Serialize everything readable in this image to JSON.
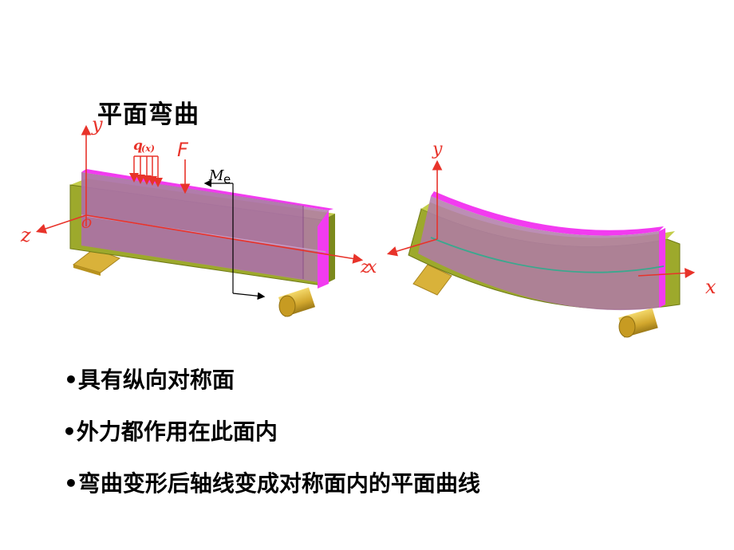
{
  "title": "平面弯曲",
  "left_beam": {
    "axis_y": "y",
    "axis_z": "z",
    "axis_x": "x",
    "origin": "O",
    "load_q": "q",
    "load_q_sub": "(x)",
    "force": "F",
    "moment": "M",
    "moment_sub": "e"
  },
  "right_beam": {
    "axis_y": "y",
    "axis_x": "x"
  },
  "bullets": [
    "•具有纵向对称面",
    "•外力都作用在此面内",
    "•弯曲变形后轴线变成对称面内的平面曲线"
  ],
  "colors": {
    "beam_body": "#9da92c",
    "symmetry_plane": "#b07aa8",
    "plane_edge": "#f23bf0",
    "support": "#d9b23a",
    "axis_red": "#e8332a",
    "neutral_axis": "#3aa88e"
  }
}
